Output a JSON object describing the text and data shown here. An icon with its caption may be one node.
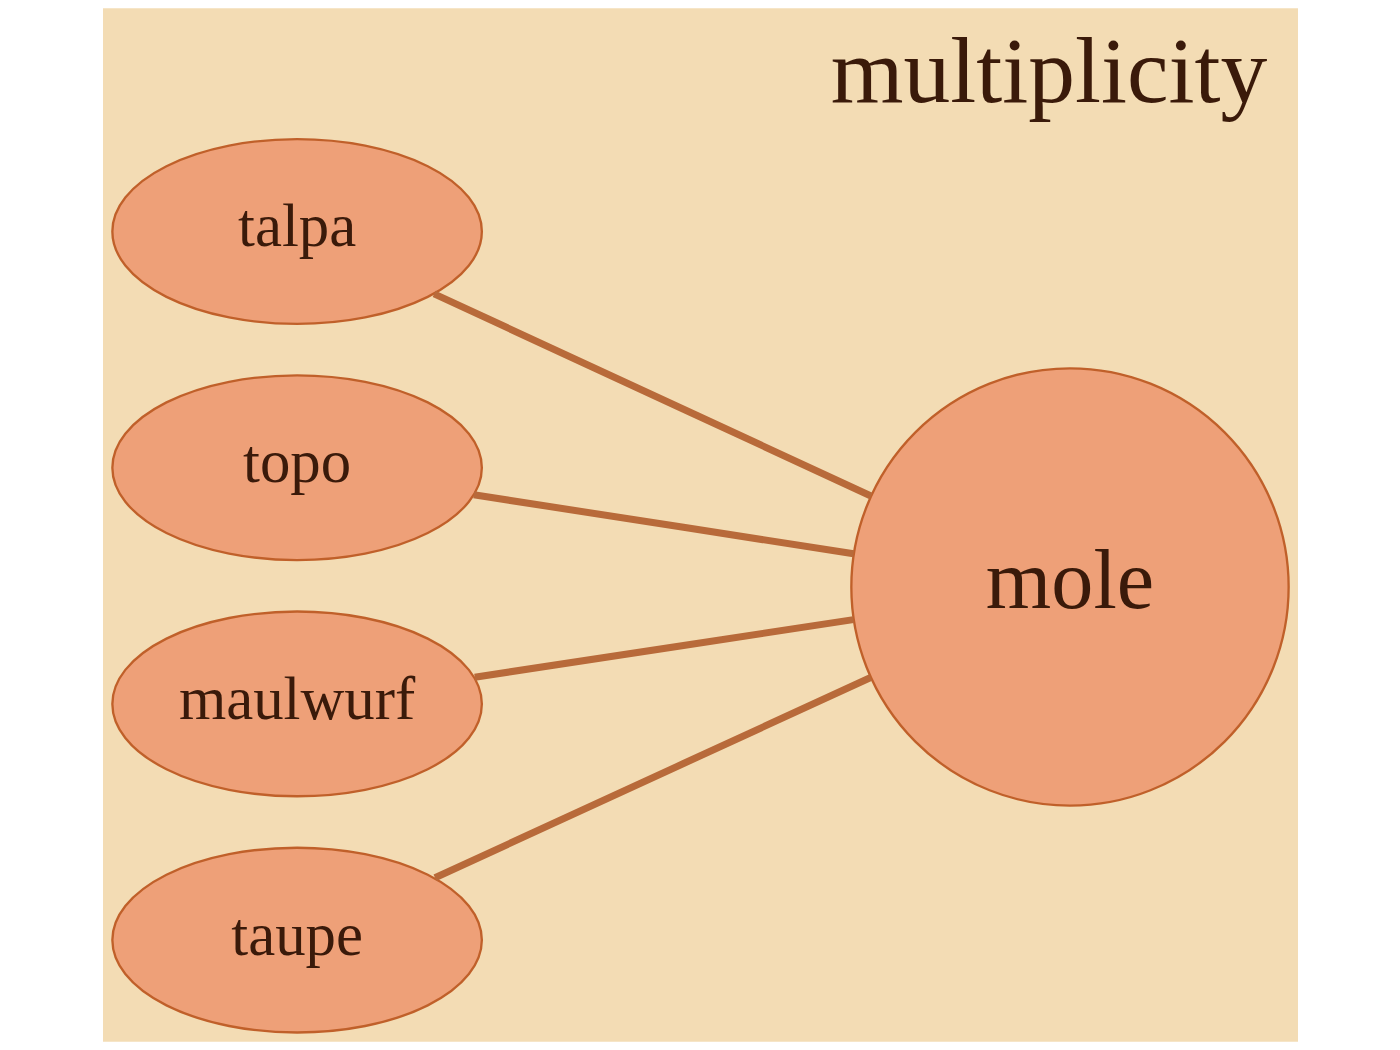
{
  "diagram": {
    "title": "multiplicity",
    "nodes": [
      {
        "text": [
          "talpa"
        ]
      },
      {
        "text": [
          "topo"
        ]
      },
      {
        "text": [
          "maulwurf"
        ]
      },
      {
        "text": [
          "taupe"
        ]
      },
      {
        "text": [
          "mole"
        ]
      }
    ],
    "edges": [
      {
        "from": 0,
        "to": 4,
        "arrow": "none"
      },
      {
        "from": 1,
        "to": 4,
        "arrow": "none"
      },
      {
        "from": 2,
        "to": 4,
        "arrow": "none"
      },
      {
        "from": 3,
        "to": 4,
        "arrow": "none"
      }
    ]
  }
}
